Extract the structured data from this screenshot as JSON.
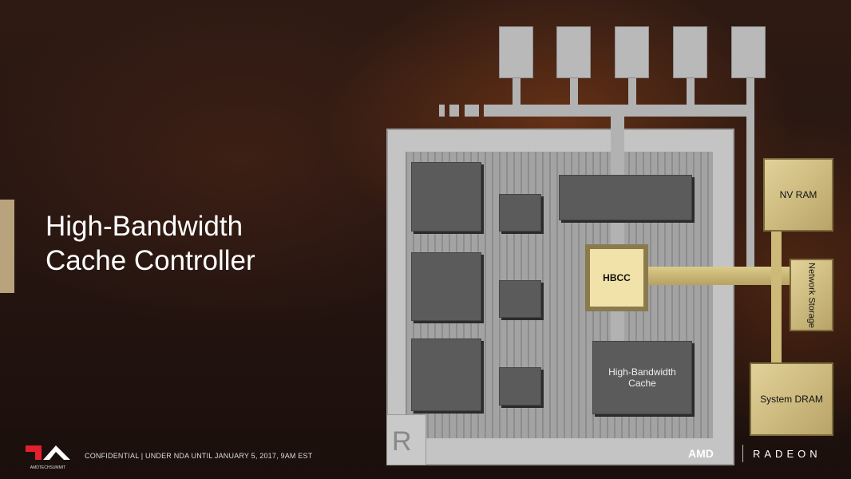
{
  "slide": {
    "title_line1": "High-Bandwidth",
    "title_line2": "Cache Controller"
  },
  "diagram": {
    "hbcc": "HBCC",
    "cache": "High-Bandwidth Cache",
    "nvram": "NV RAM",
    "network_storage": "Network Storage",
    "system_dram": "System DRAM",
    "chip_logo": "R"
  },
  "footer": {
    "event_logo": "AMDTECHSUMMIT",
    "confidential": "CONFIDENTIAL | UNDER NDA UNTIL JANUARY 5, 2017, 9AM EST",
    "amd": "AMD",
    "radeon": "RADEON"
  },
  "colors": {
    "gold": "#d6c487",
    "accent": "#b8a37d",
    "brand_red": "#e4202e"
  }
}
